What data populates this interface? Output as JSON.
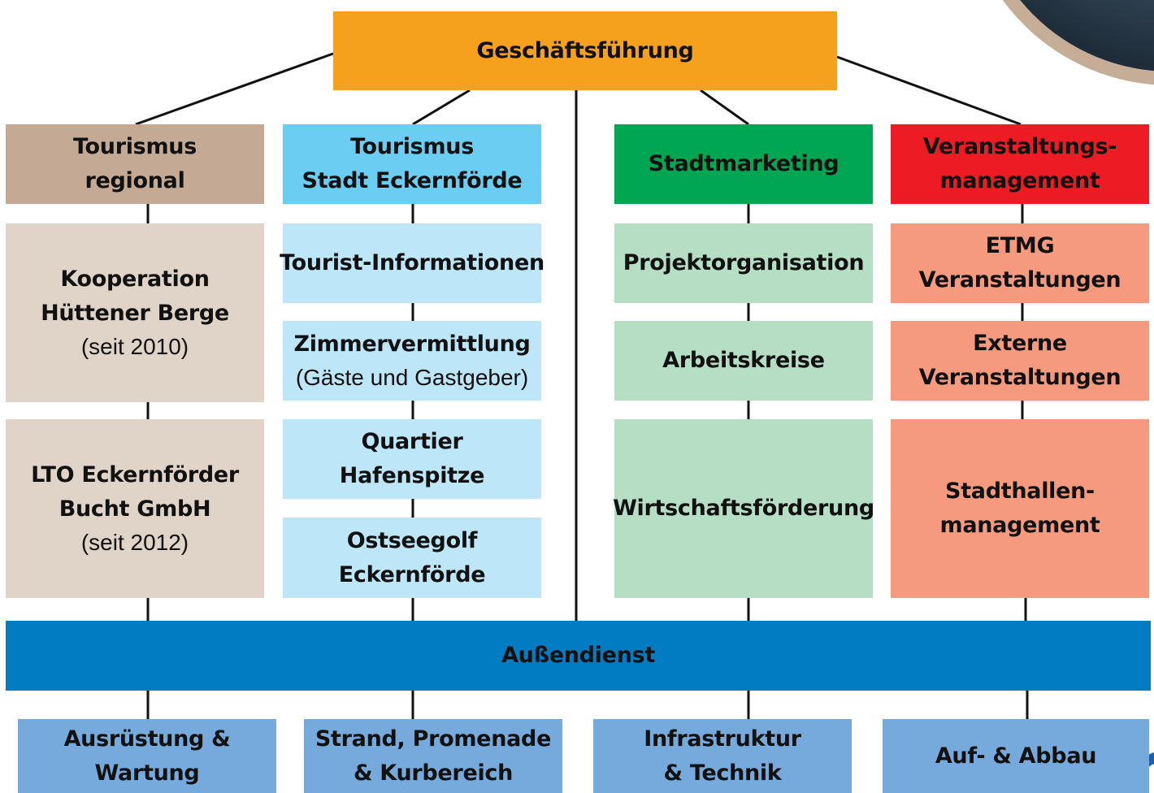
{
  "top": {
    "title": "Geschäftsführung"
  },
  "columns": [
    {
      "header": {
        "line1": "Tourismus",
        "line2": "regional"
      },
      "items": [
        {
          "line1": "Kooperation",
          "line2": "Hüttener Berge",
          "note": "(seit 2010)"
        },
        {
          "line1": "LTO Eckernförder",
          "line2": "Bucht GmbH",
          "note": "(seit 2012)"
        }
      ]
    },
    {
      "header": {
        "line1": "Tourismus",
        "line2": "Stadt Eckernförde"
      },
      "items": [
        {
          "line1": "Tourist-Informationen"
        },
        {
          "line1": "Zimmervermittlung",
          "note": "(Gäste und Gastgeber)"
        },
        {
          "line1": "Quartier",
          "line2": "Hafenspitze"
        },
        {
          "line1": "Ostseegolf",
          "line2": "Eckernförde"
        }
      ]
    },
    {
      "header": {
        "line1": "Stadtmarketing"
      },
      "items": [
        {
          "line1": "Projektorganisation"
        },
        {
          "line1": "Arbeitskreise"
        },
        {
          "line1": "Wirtschaftsförderung"
        }
      ]
    },
    {
      "header": {
        "line1": "Veranstaltungs-",
        "line2": "management"
      },
      "items": [
        {
          "line1": "ETMG",
          "line2": "Veranstaltungen"
        },
        {
          "line1": "Externe",
          "line2": "Veranstaltungen"
        },
        {
          "line1": "Stadthallen-",
          "line2": "management"
        }
      ]
    }
  ],
  "field_service": {
    "title": "Außendienst"
  },
  "bottom": [
    {
      "line1": "Ausrüstung &",
      "line2": "Wartung"
    },
    {
      "line1": "Strand, Promenade",
      "line2": "& Kurbereich"
    },
    {
      "line1": "Infrastruktur",
      "line2": "& Technik"
    },
    {
      "line1": "Auf- & Abbau"
    }
  ],
  "colors": {
    "top": "#f6a11e",
    "col1_header": "#c4a994",
    "col1_item": "#e0d3c8",
    "col2_header": "#6ccdf3",
    "col2_item": "#bde6f9",
    "col3_header": "#00a651",
    "col3_item": "#b5dec5",
    "col4_header": "#ed1c24",
    "col4_item": "#f59a7e",
    "field_service": "#007cc3",
    "bottom": "#76a9dc",
    "lines": "#111111"
  }
}
